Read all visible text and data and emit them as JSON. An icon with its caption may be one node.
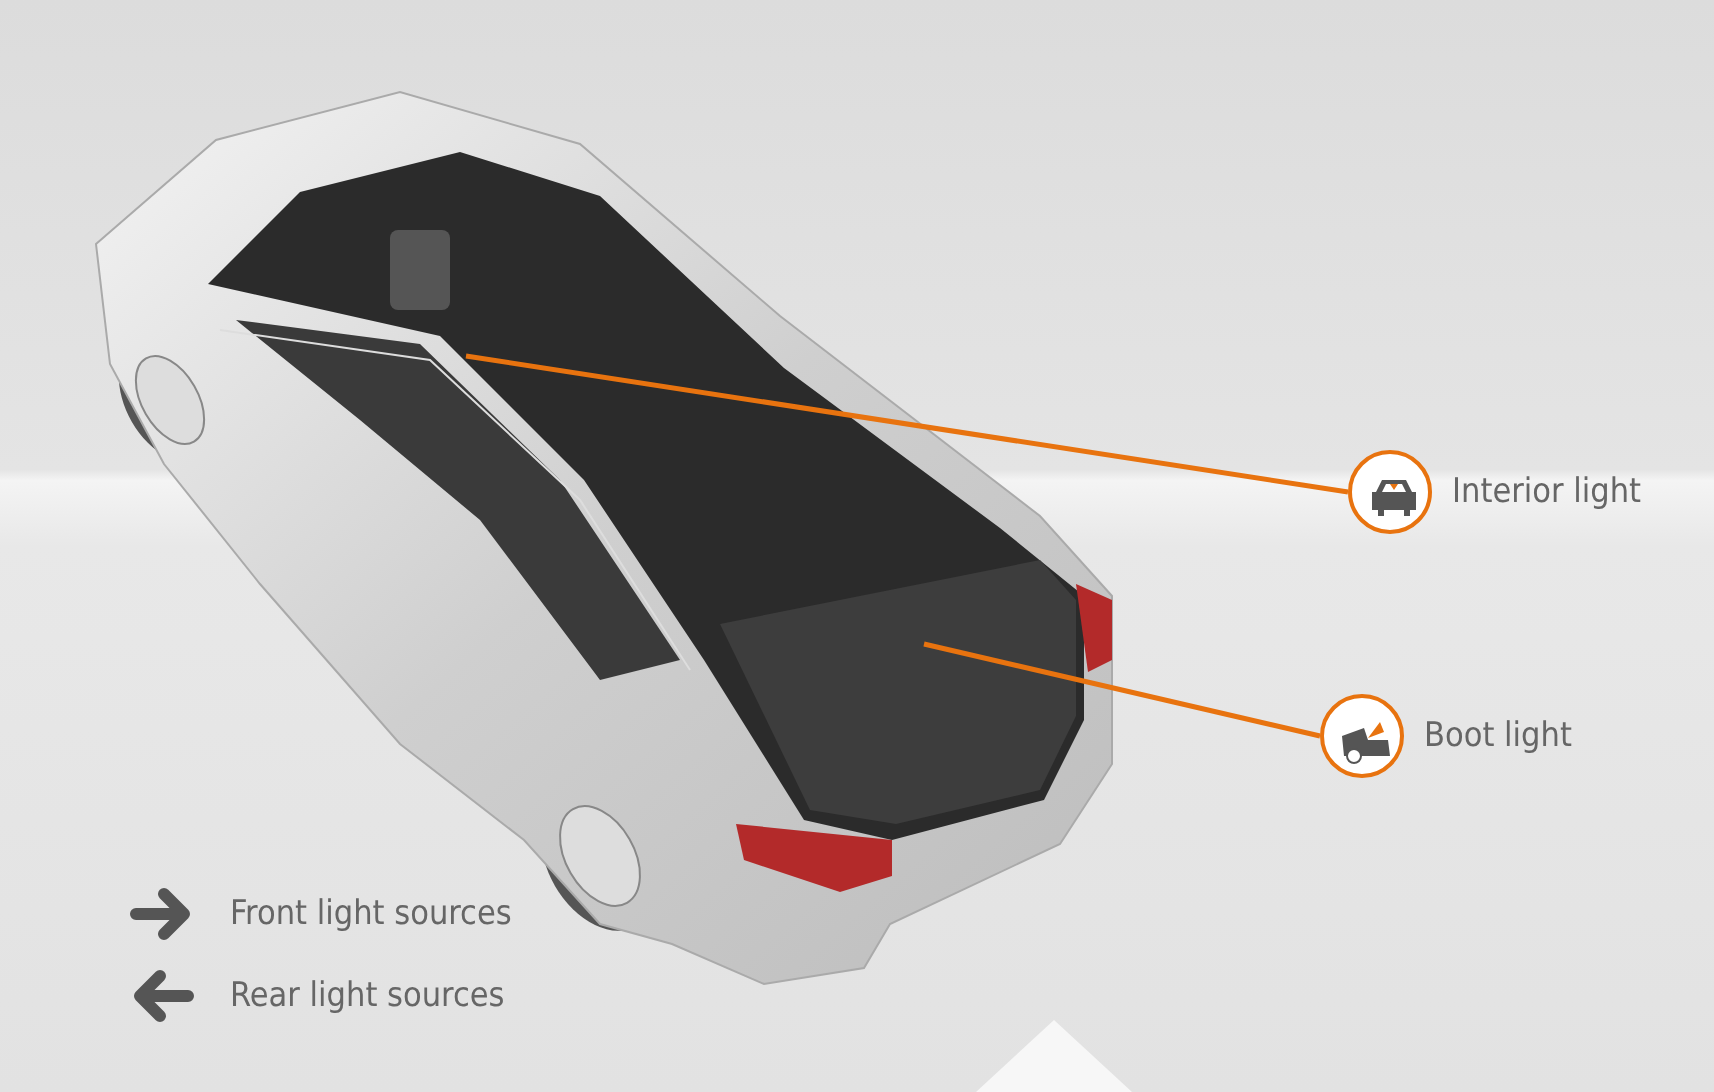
{
  "diagram": {
    "nodes": [
      {
        "text": [
          "Interior light"
        ]
      },
      {
        "text": [
          "Boot light"
        ]
      }
    ],
    "edges": [
      {
        "from": 0,
        "to": null,
        "arrow": "none"
      },
      {
        "from": 1,
        "to": null,
        "arrow": "none"
      }
    ],
    "labels": [
      "Front light sources",
      "Rear light sources"
    ]
  }
}
